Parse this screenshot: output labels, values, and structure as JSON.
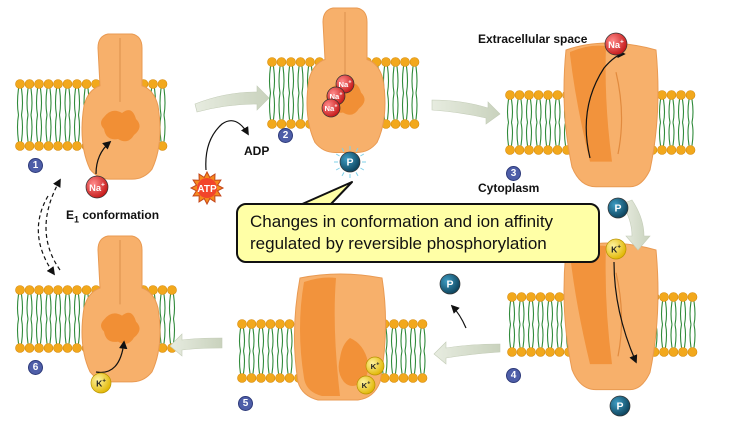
{
  "labels": {
    "extracellular": "Extracellular space",
    "cytoplasm": "Cytoplasm",
    "adp": "ADP",
    "atp": "ATP",
    "conformation_e": "E",
    "conformation_sub": "1",
    "conformation_rest": " conformation"
  },
  "callout": {
    "line1": "Changes in conformation and ion affinity",
    "line2": "regulated by reversible phosphorylation"
  },
  "ions": {
    "sodium": "Na",
    "potassium": "K",
    "plus": "+",
    "phosphate": "P"
  },
  "steps": [
    "1",
    "2",
    "3",
    "4",
    "5",
    "6"
  ],
  "colors": {
    "protein": "#f7b06b",
    "protein_dark": "#f08a2c",
    "lipid_head": "#f2a81c",
    "lipid_tail": "#2f8a3a",
    "sodium": "#e22b2b",
    "potassium": "#f5d51f",
    "phosphate": "#15607e",
    "step_badge": "#4e5ea8",
    "callout_fill": "#ffffa6"
  }
}
